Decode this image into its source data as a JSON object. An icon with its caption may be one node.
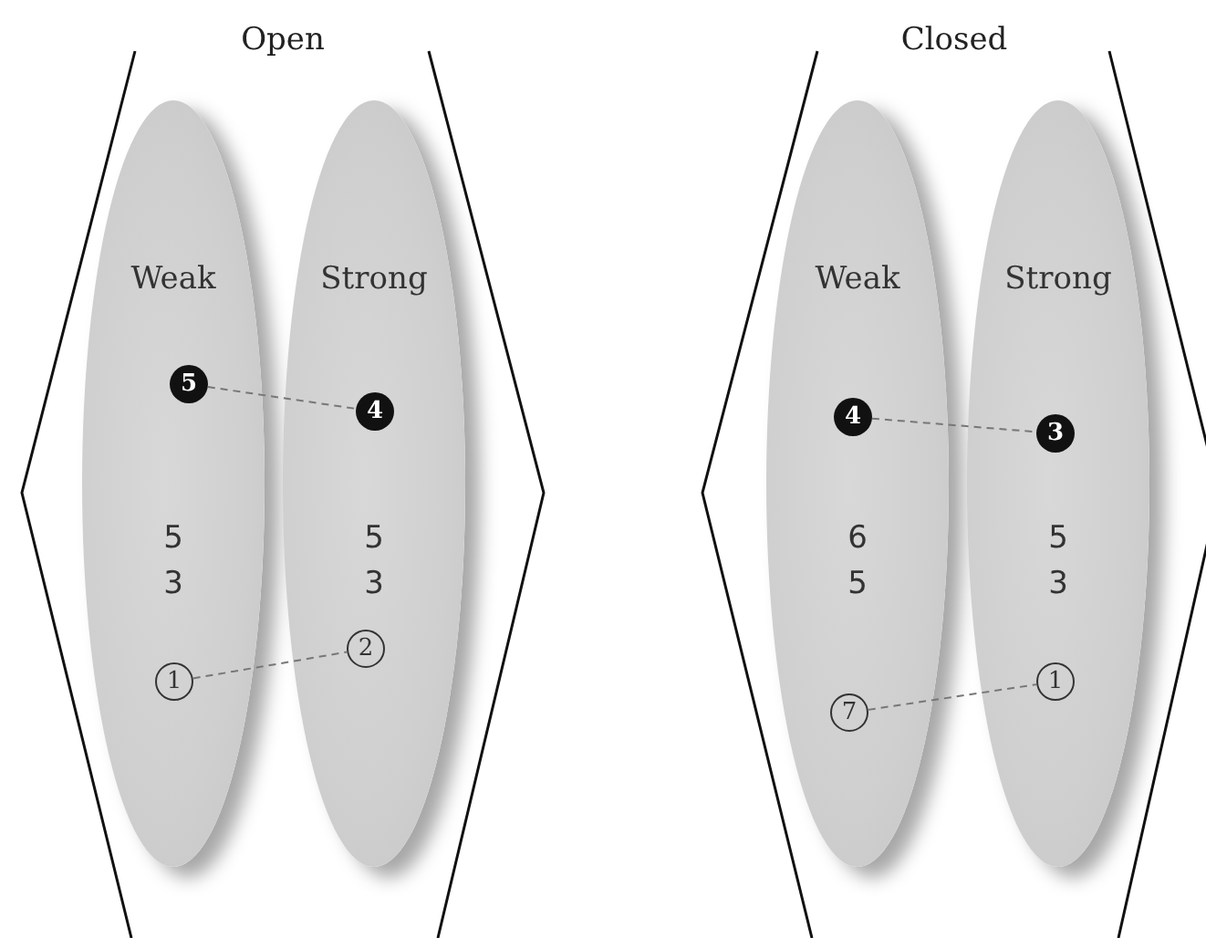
{
  "diagram": {
    "nodes": [
      {
        "text": [
          "Open"
        ]
      },
      {
        "text": [
          "Weak",
          "5 3"
        ],
        "in": 0
      },
      {
        "text": [
          "5"
        ],
        "in": 1
      },
      {
        "text": [
          "1"
        ],
        "in": 1
      },
      {
        "text": [
          "Strong",
          "5 3"
        ],
        "in": 0
      },
      {
        "text": [
          "4"
        ],
        "in": 4
      },
      {
        "text": [
          "2"
        ],
        "in": 4
      },
      {
        "text": [
          "Closed"
        ]
      },
      {
        "text": [
          "Weak",
          "6 5"
        ],
        "in": 7
      },
      {
        "text": [
          "4"
        ],
        "in": 8
      },
      {
        "text": [
          "7"
        ],
        "in": 8
      },
      {
        "text": [
          "Strong",
          "5 3"
        ],
        "in": 7
      },
      {
        "text": [
          "3"
        ],
        "in": 11
      },
      {
        "text": [
          "1"
        ],
        "in": 11
      }
    ],
    "edges": [
      {
        "from": 2,
        "to": 5,
        "arrow": "none",
        "style": "dashed"
      },
      {
        "from": 3,
        "to": 6,
        "arrow": "none",
        "style": "dashed"
      },
      {
        "from": 9,
        "to": 12,
        "arrow": "none",
        "style": "dashed"
      },
      {
        "from": 10,
        "to": 13,
        "arrow": "none",
        "style": "dashed"
      }
    ]
  }
}
